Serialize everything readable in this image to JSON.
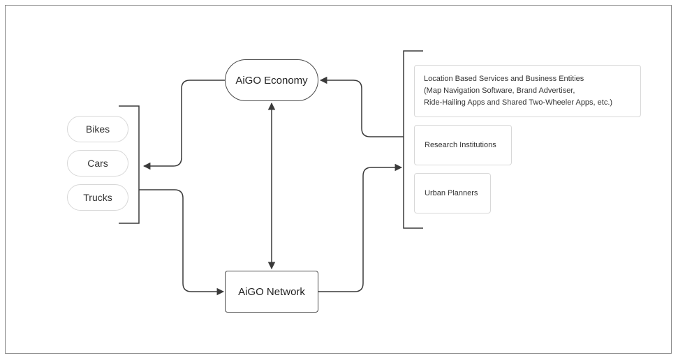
{
  "diagram": {
    "economy_label": "AiGO Economy",
    "network_label": "AiGO Network",
    "vehicles": [
      "Bikes",
      "Cars",
      "Trucks"
    ],
    "consumers": {
      "lbs_title": "Location Based Services and Business Entities",
      "lbs_line2": "(Map Navigation Software, Brand Advertiser,",
      "lbs_line3": "Ride-Hailing Apps and Shared Two-Wheeler Apps, etc.)",
      "research": "Research Institutions",
      "urban": "Urban Planners"
    }
  },
  "colors": {
    "line": "#3a3a3a",
    "box_border": "#d8d8d8",
    "node_border": "#4a4a4a"
  }
}
